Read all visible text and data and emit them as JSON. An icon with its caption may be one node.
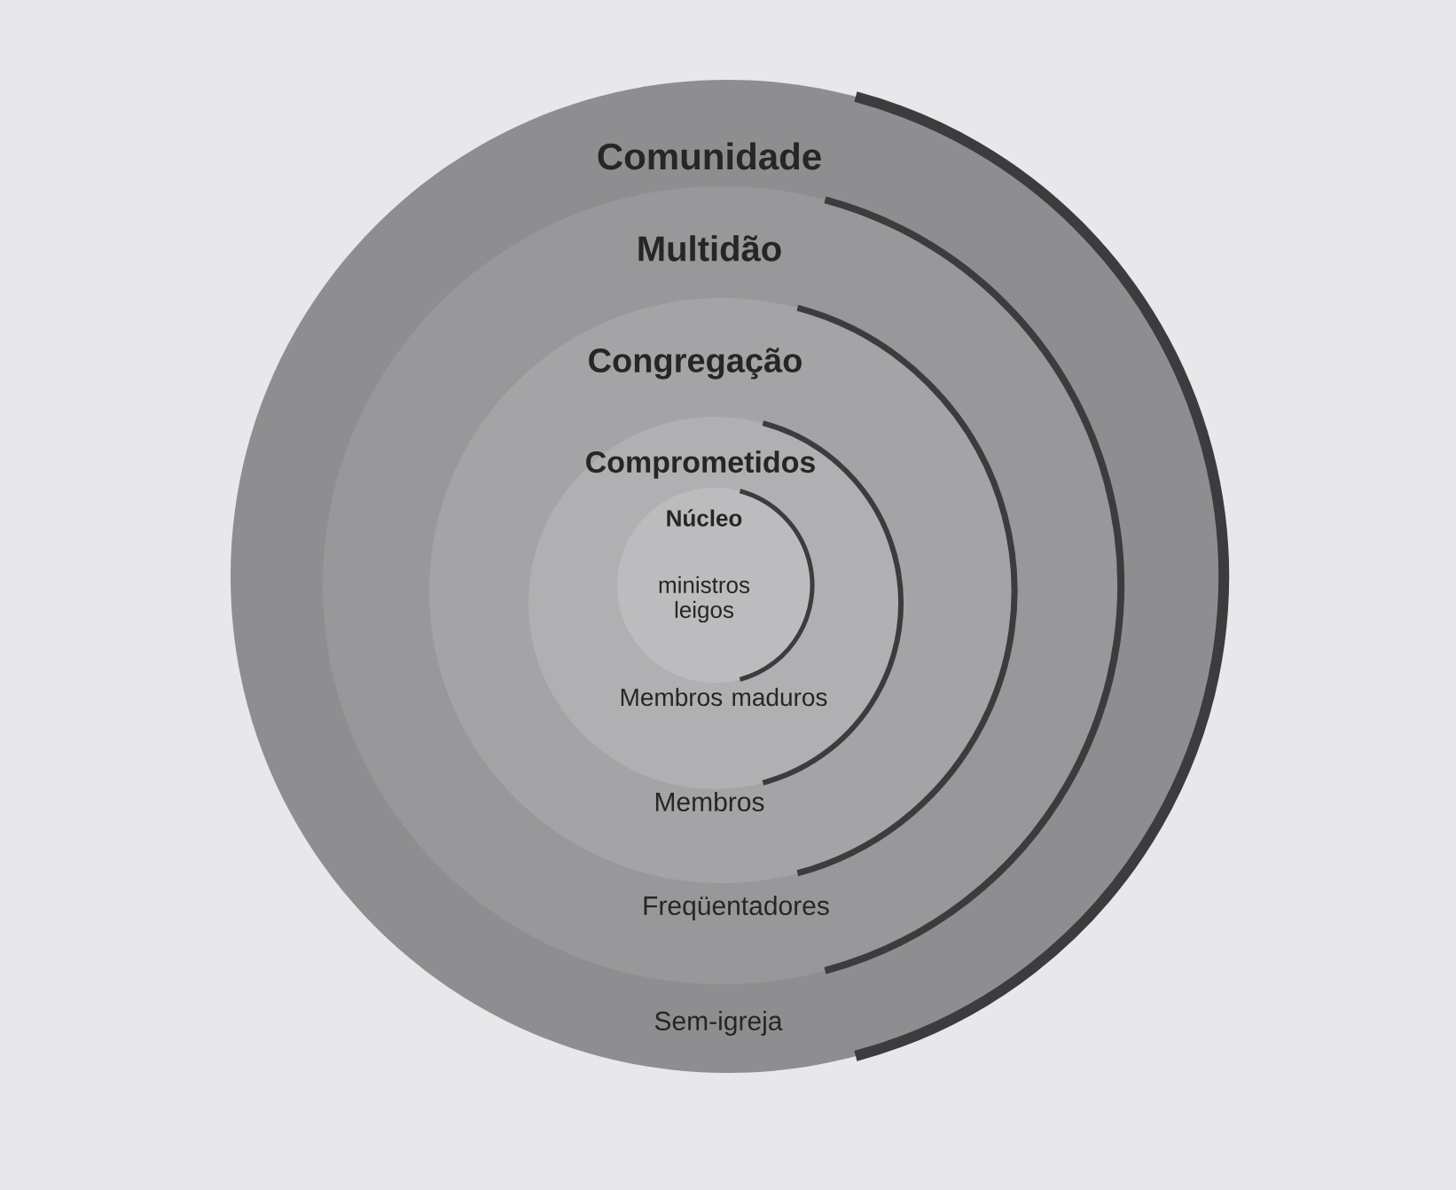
{
  "diagram": {
    "nodes": [
      {
        "text": [
          "Comunidade",
          "Sem-igreja"
        ]
      },
      {
        "text": [
          "Multidão",
          "Freqüentadores"
        ],
        "in": 0
      },
      {
        "text": [
          "Congregação",
          "Membros"
        ],
        "in": 1
      },
      {
        "text": [
          "Comprometidos",
          "Membros maduros"
        ],
        "in": 2
      },
      {
        "text": [
          "Núcleo",
          "ministros leigos"
        ],
        "in": 3
      }
    ]
  }
}
